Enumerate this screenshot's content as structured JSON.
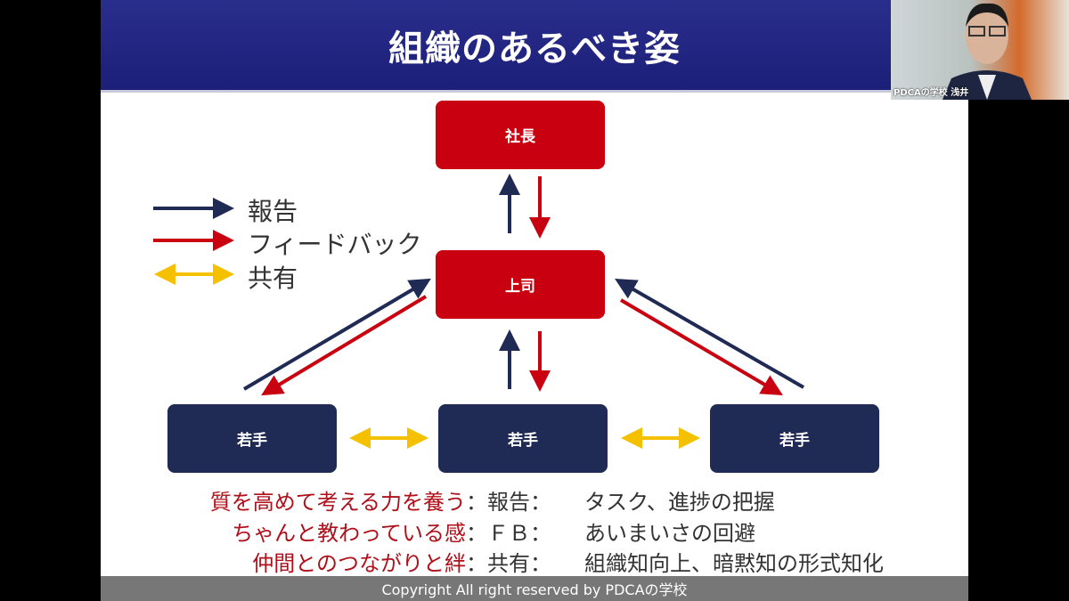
{
  "slide": {
    "title": "組織のあるべき姿",
    "nodes": {
      "president": "社長",
      "boss": "上司",
      "junior1": "若手",
      "junior2": "若手",
      "junior3": "若手"
    },
    "legend": [
      {
        "label": "報告",
        "color": "#1f2a55"
      },
      {
        "label": "フィードバック",
        "color": "#c8000f"
      },
      {
        "label": "共有",
        "color": "#f5c000"
      }
    ],
    "rows": [
      {
        "purpose": "質を高めて考える力を養う",
        "type": "：報告：",
        "detail": "タスク、進捗の把握"
      },
      {
        "purpose": "ちゃんと教わっている感",
        "type": "：ＦＢ：",
        "detail": "あいまいさの回避"
      },
      {
        "purpose": "仲間とのつながりと絆",
        "type": "：共有：",
        "detail": "組織知向上、暗黙知の形式知化"
      }
    ],
    "footer": "Copyright All right reserved by PDCAの学校"
  },
  "webcam": {
    "label": "PDCAの学校 浅井"
  }
}
